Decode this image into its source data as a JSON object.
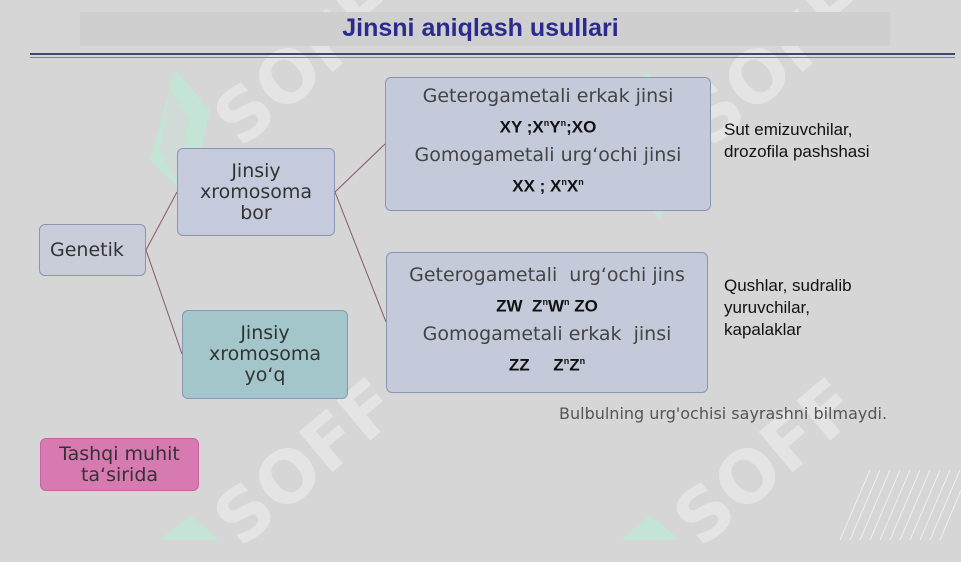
{
  "title": "Jinsni aniqlash usullari",
  "watermark": "SOFF",
  "nodes": {
    "genetik": "Genetik",
    "bor": "Jinsiy xromosoma bor",
    "yoq": "Jinsiy xromosoma yo‘q",
    "tashqi": "Tashqi muhit ta‘sirida",
    "top": {
      "line1": "Geterogametali erkak jinsi",
      "formula1": [
        "XY ;X",
        "n",
        "Y",
        "n",
        ";XO"
      ],
      "line2": "Gomogametali urg‘ochi jinsi",
      "formula2": [
        "XX ;  X",
        "n",
        "X",
        "n"
      ]
    },
    "bottom": {
      "line1": "Geterogametali  urg‘ochi jins",
      "formula1": [
        "ZW  Z",
        "n",
        "W",
        "n",
        " ZO"
      ],
      "line2": "Gomogametali erkak  jinsi",
      "formula2": [
        "ZZ     Z",
        "n",
        "Z",
        "n"
      ]
    }
  },
  "side_notes": {
    "top": "Sut emizuvchilar, drozofila pashshasi",
    "bottom": "Qushlar, sudralib yuruvchilar, kapalaklar"
  },
  "footer_note": "Bulbulning urg'ochisi sayrashni bilmaydi.",
  "colors": {
    "background": "#d6d6d6",
    "title": "#2b2a8f",
    "connector": "#8a5670",
    "node_blue": "#c4cada",
    "node_teal": "#a2c6ca",
    "node_pink": "#d67ab1",
    "leaf_green": "#bfe8d6"
  }
}
